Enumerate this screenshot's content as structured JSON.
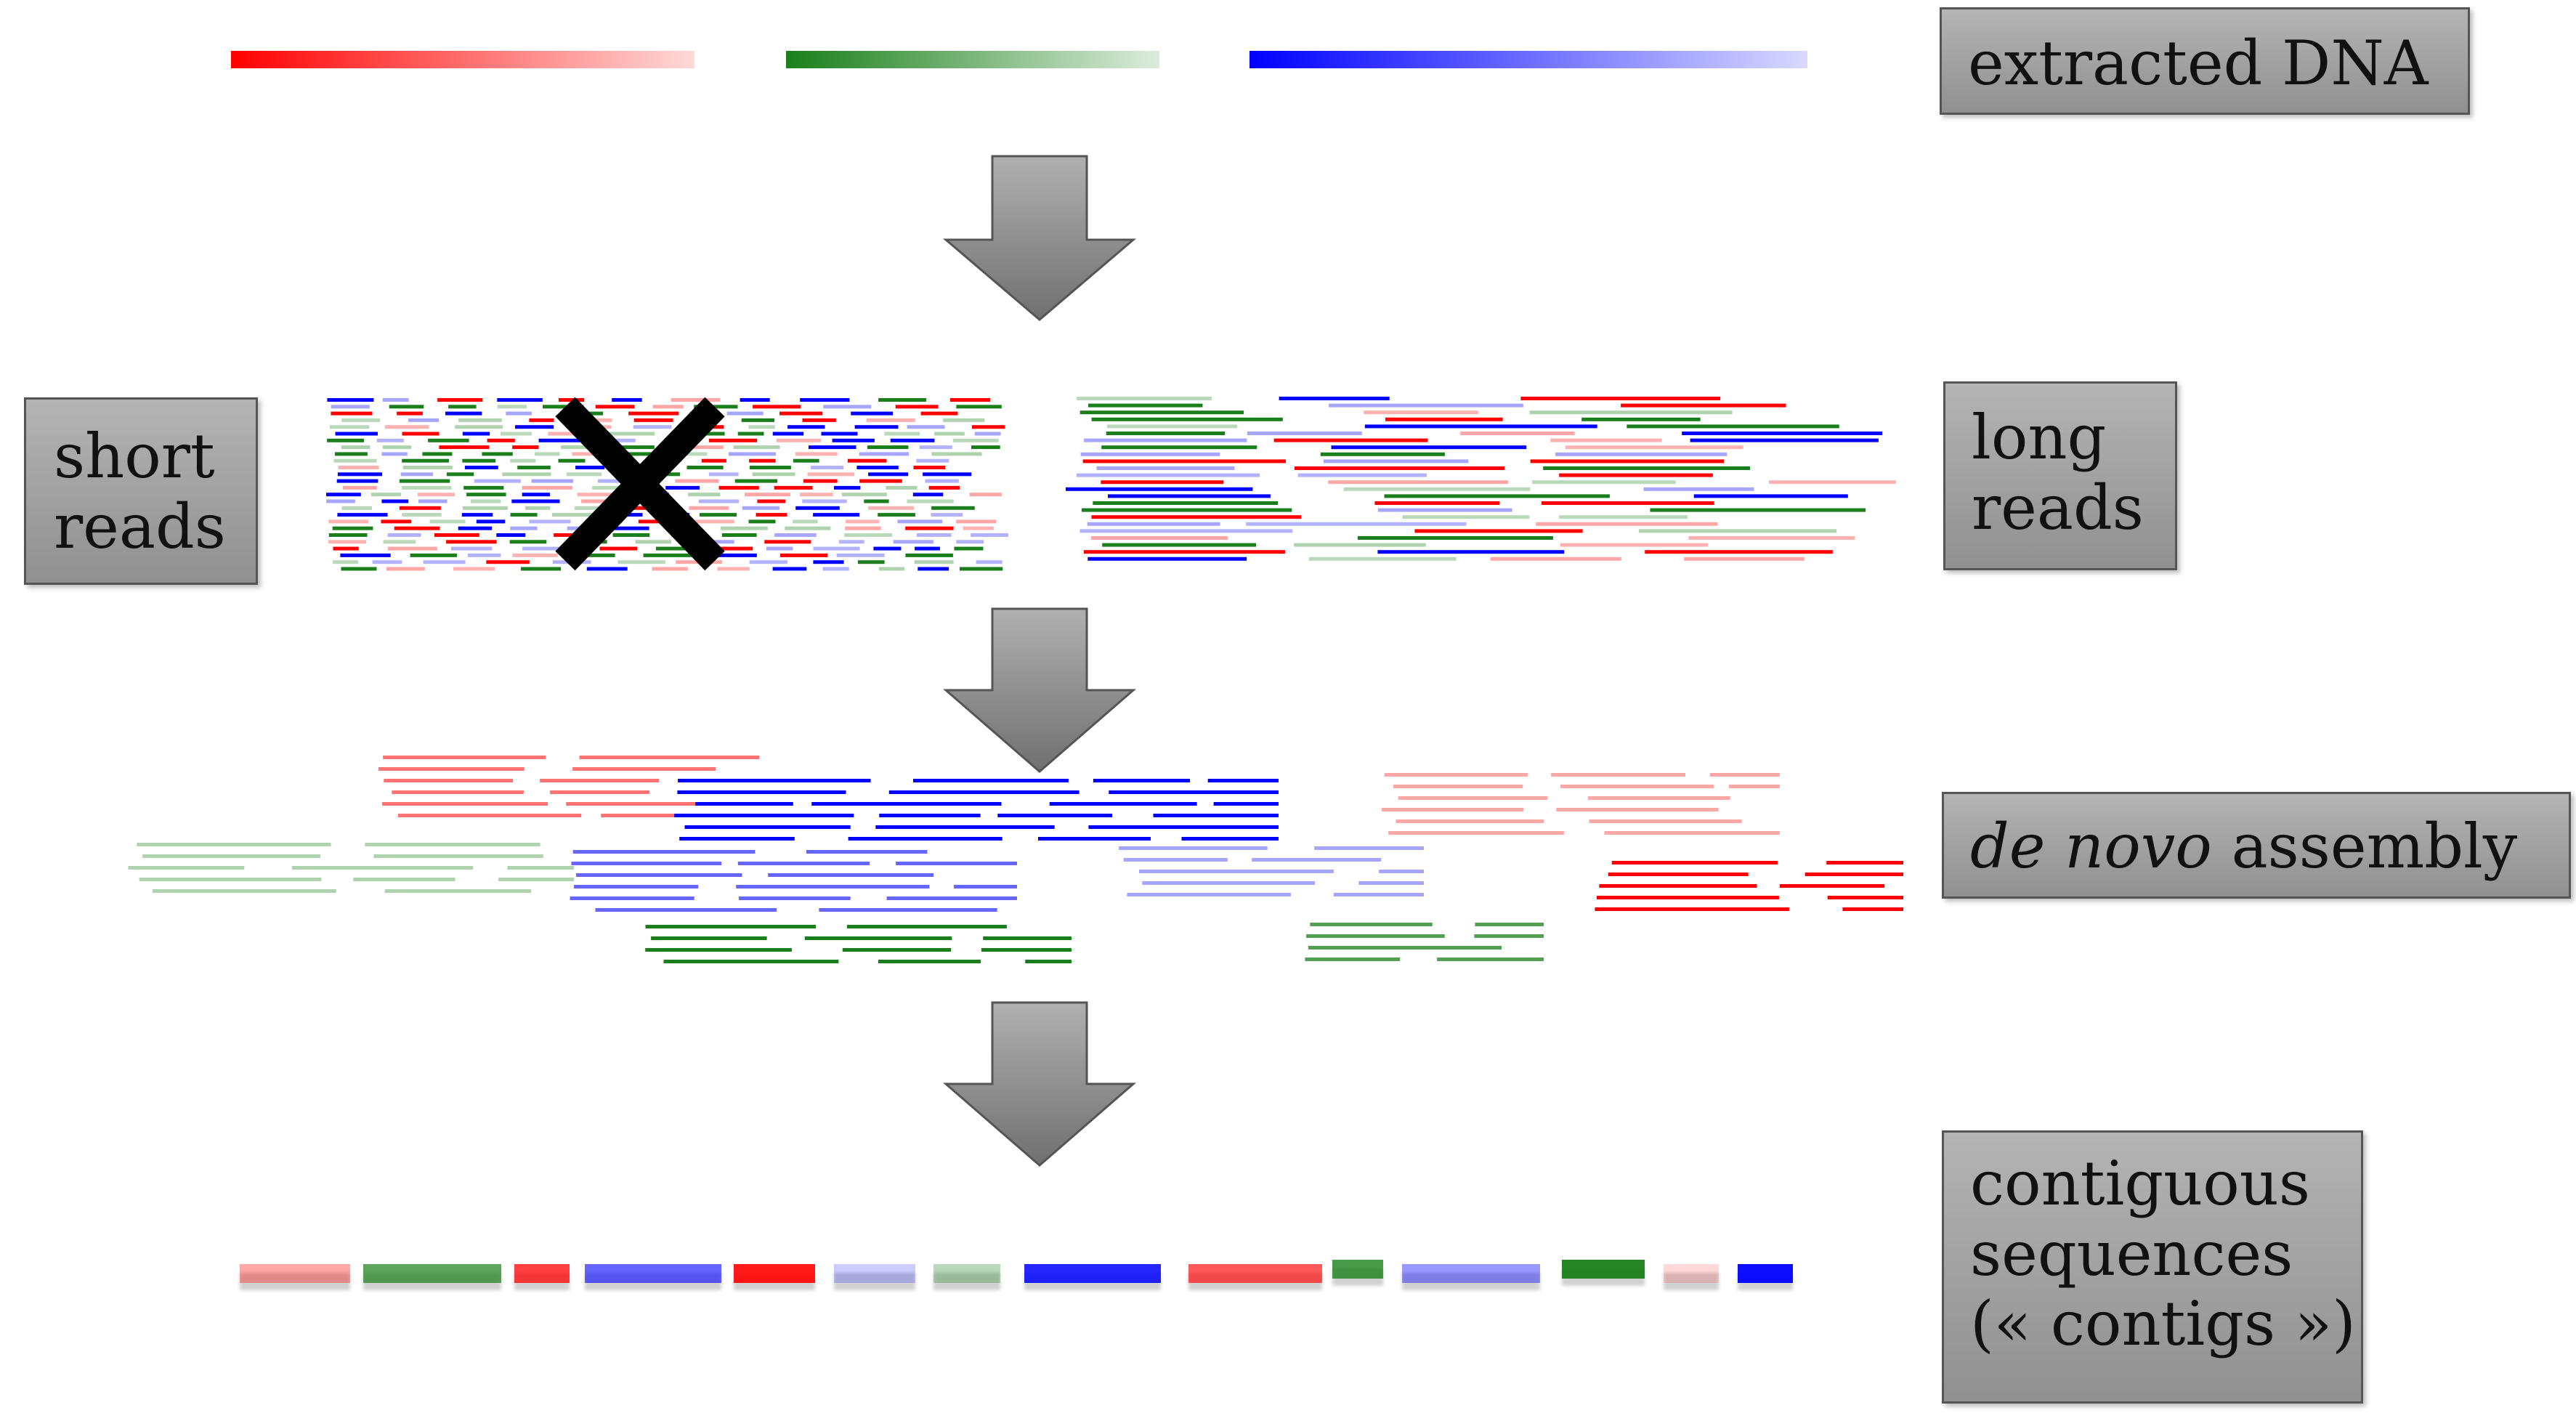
{
  "labels": {
    "extracted": "extracted DNA",
    "short_line1": "short",
    "short_line2": "reads",
    "long_line1": "long",
    "long_line2": "reads",
    "denovo_italic": "de novo",
    "denovo_rest": " assembly",
    "contigs_line1": "contiguous",
    "contigs_line2": "sequences",
    "contigs_line3": "(« contigs »)"
  },
  "colors": {
    "red": "#ff0000",
    "green": "#1a7f1a",
    "blue": "#0000ff",
    "label_box": "#9e9e9e",
    "arrow": "#8a8a8a",
    "cross": "#000000"
  },
  "icons": {
    "arrows": "down-arrow-icon",
    "rejection": "x-cross-icon"
  }
}
